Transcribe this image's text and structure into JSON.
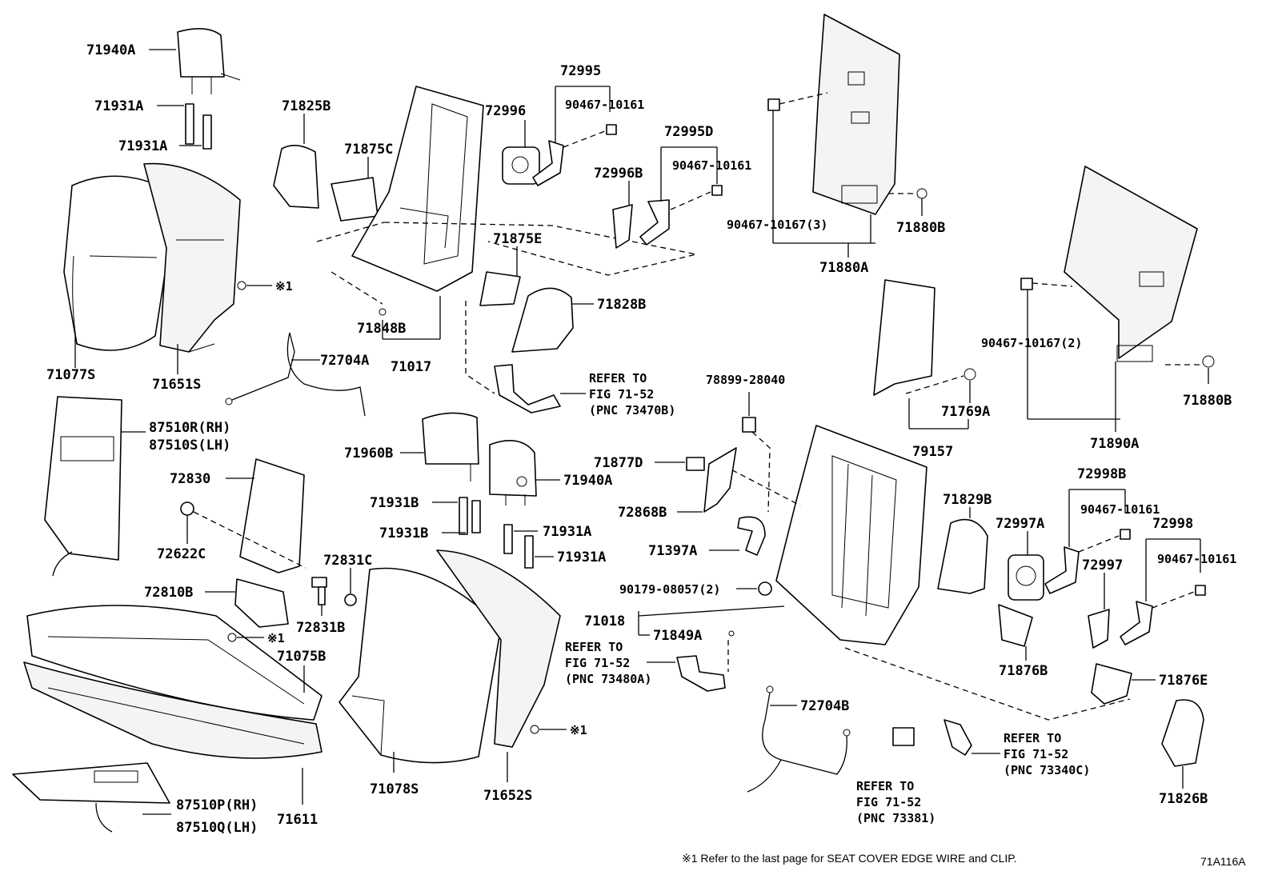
{
  "labels": {
    "p71940A_top": "71940A",
    "p71931A_1": "71931A",
    "p71931A_2": "71931A",
    "p71825B": "71825B",
    "p71875C": "71875C",
    "p72995": "72995",
    "p90467_10161_a": "90467-10161",
    "p72996": "72996",
    "p72995D": "72995D",
    "p90467_10161_b": "90467-10161",
    "p72996B": "72996B",
    "p90467_10167_3": "90467-10167(3)",
    "p71880B_top": "71880B",
    "p71880A": "71880A",
    "p71077S": "71077S",
    "p71651S": "71651S",
    "p71875E": "71875E",
    "p71828B": "71828B",
    "p71848B": "71848B",
    "p71017": "71017",
    "p72704A": "72704A",
    "p87510R": "87510R(RH)",
    "p87510S": "87510S(LH)",
    "p90467_10167_2": "90467-10167(2)",
    "p71880B_right": "71880B",
    "p78899_28040": "78899-28040",
    "p71769A": "71769A",
    "p79157": "79157",
    "p71890A": "71890A",
    "p71960B": "71960B",
    "p71940A_mid": "71940A",
    "p71877D": "71877D",
    "p72830": "72830",
    "p71931B_1": "71931B",
    "p71931B_2": "71931B",
    "p71931A_3": "71931A",
    "p71931A_4": "71931A",
    "p72868B": "72868B",
    "p72622C": "72622C",
    "p72831C": "72831C",
    "p71397A": "71397A",
    "p71829B": "71829B",
    "p72997A": "72997A",
    "p72998B": "72998B",
    "p90467_10161_c": "90467-10161",
    "p72998": "72998",
    "p90467_10161_d": "90467-10161",
    "p72997": "72997",
    "p72810B": "72810B",
    "p72831B": "72831B",
    "p90179_08057": "90179-08057(2)",
    "p71018": "71018",
    "p71849A": "71849A",
    "p71075B": "71075B",
    "p71876B": "71876B",
    "p71876E": "71876E",
    "p72704B": "72704B",
    "p71078S": "71078S",
    "p71652S": "71652S",
    "p71611": "71611",
    "p87510P": "87510P(RH)",
    "p87510Q": "87510Q(LH)",
    "p71826B": "71826B",
    "mark_1": "※1",
    "mark_2": "※1",
    "mark_3": "※1"
  },
  "refs": {
    "r73470B_1": "REFER TO",
    "r73470B_2": "FIG 71-52",
    "r73470B_3": "(PNC 73470B)",
    "r73480A_1": "REFER TO",
    "r73480A_2": "FIG 71-52",
    "r73480A_3": "(PNC 73480A)",
    "r73381_1": "REFER TO",
    "r73381_2": "FIG 71-52",
    "r73381_3": "(PNC 73381)",
    "r73340C_1": "REFER TO",
    "r73340C_2": "FIG 71-52",
    "r73340C_3": "(PNC 73340C)"
  },
  "footnote": "※1  Refer to the last page for SEAT COVER EDGE WIRE and CLIP.",
  "figure_id": "71A116A"
}
